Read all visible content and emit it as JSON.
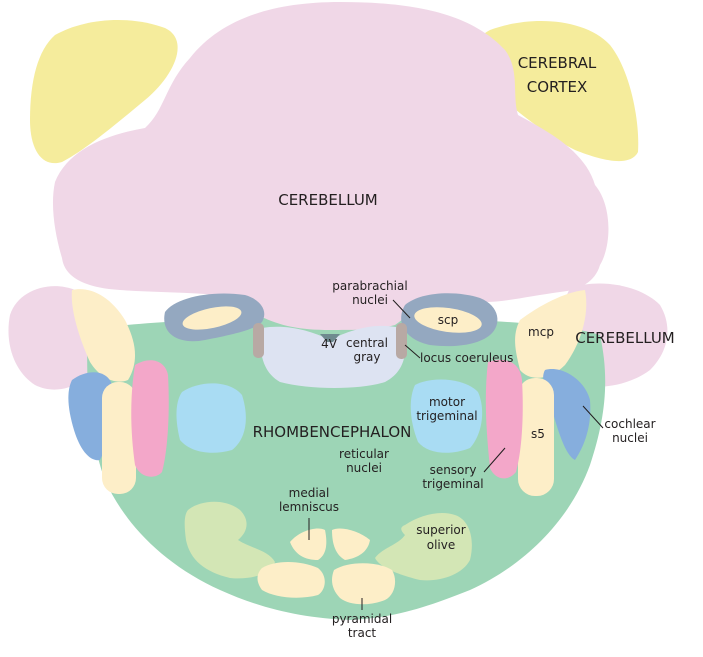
{
  "labels": {
    "cerebral_cortex_1": "CEREBRAL",
    "cerebral_cortex_2": "CORTEX",
    "cerebellum_top": "CEREBELLUM",
    "cerebellum_right": "CEREBELLUM",
    "parabrachial_1": "parabrachial",
    "parabrachial_2": "nuclei",
    "scp": "scp",
    "mcp": "mcp",
    "fourth_ventricle": "4V",
    "central_gray_1": "central",
    "central_gray_2": "gray",
    "locus_coeruleus": "locus coeruleus",
    "motor_trigeminal_1": "motor",
    "motor_trigeminal_2": "trigeminal",
    "rhombencephalon": "RHOMBENCEPHALON",
    "s5": "s5",
    "cochlear_1": "cochlear",
    "cochlear_2": "nuclei",
    "reticular_1": "reticular",
    "reticular_2": "nuclei",
    "sensory_trigeminal_1": "sensory",
    "sensory_trigeminal_2": "trigeminal",
    "medial_lemniscus_1": "medial",
    "medial_lemniscus_2": "lemniscus",
    "superior_olive_1": "superior",
    "superior_olive_2": "olive",
    "pyramidal_1": "pyramidal",
    "pyramidal_2": "tract"
  },
  "colors": {
    "cortex": "#f5ec9c",
    "cerebellum": "#f0d7e7",
    "brainstem": "#9dd5b6",
    "pale_yellow": "#fdeec8",
    "gray_blue": "#94a8c0",
    "central_gray": "#dde3f2",
    "locus": "#b8a9a4",
    "light_blue": "#a9dcf3",
    "pink": "#f3a7c9",
    "cochlear": "#86aedd",
    "olive": "#d3e6b5",
    "ventricle": "#6f8a8f"
  }
}
